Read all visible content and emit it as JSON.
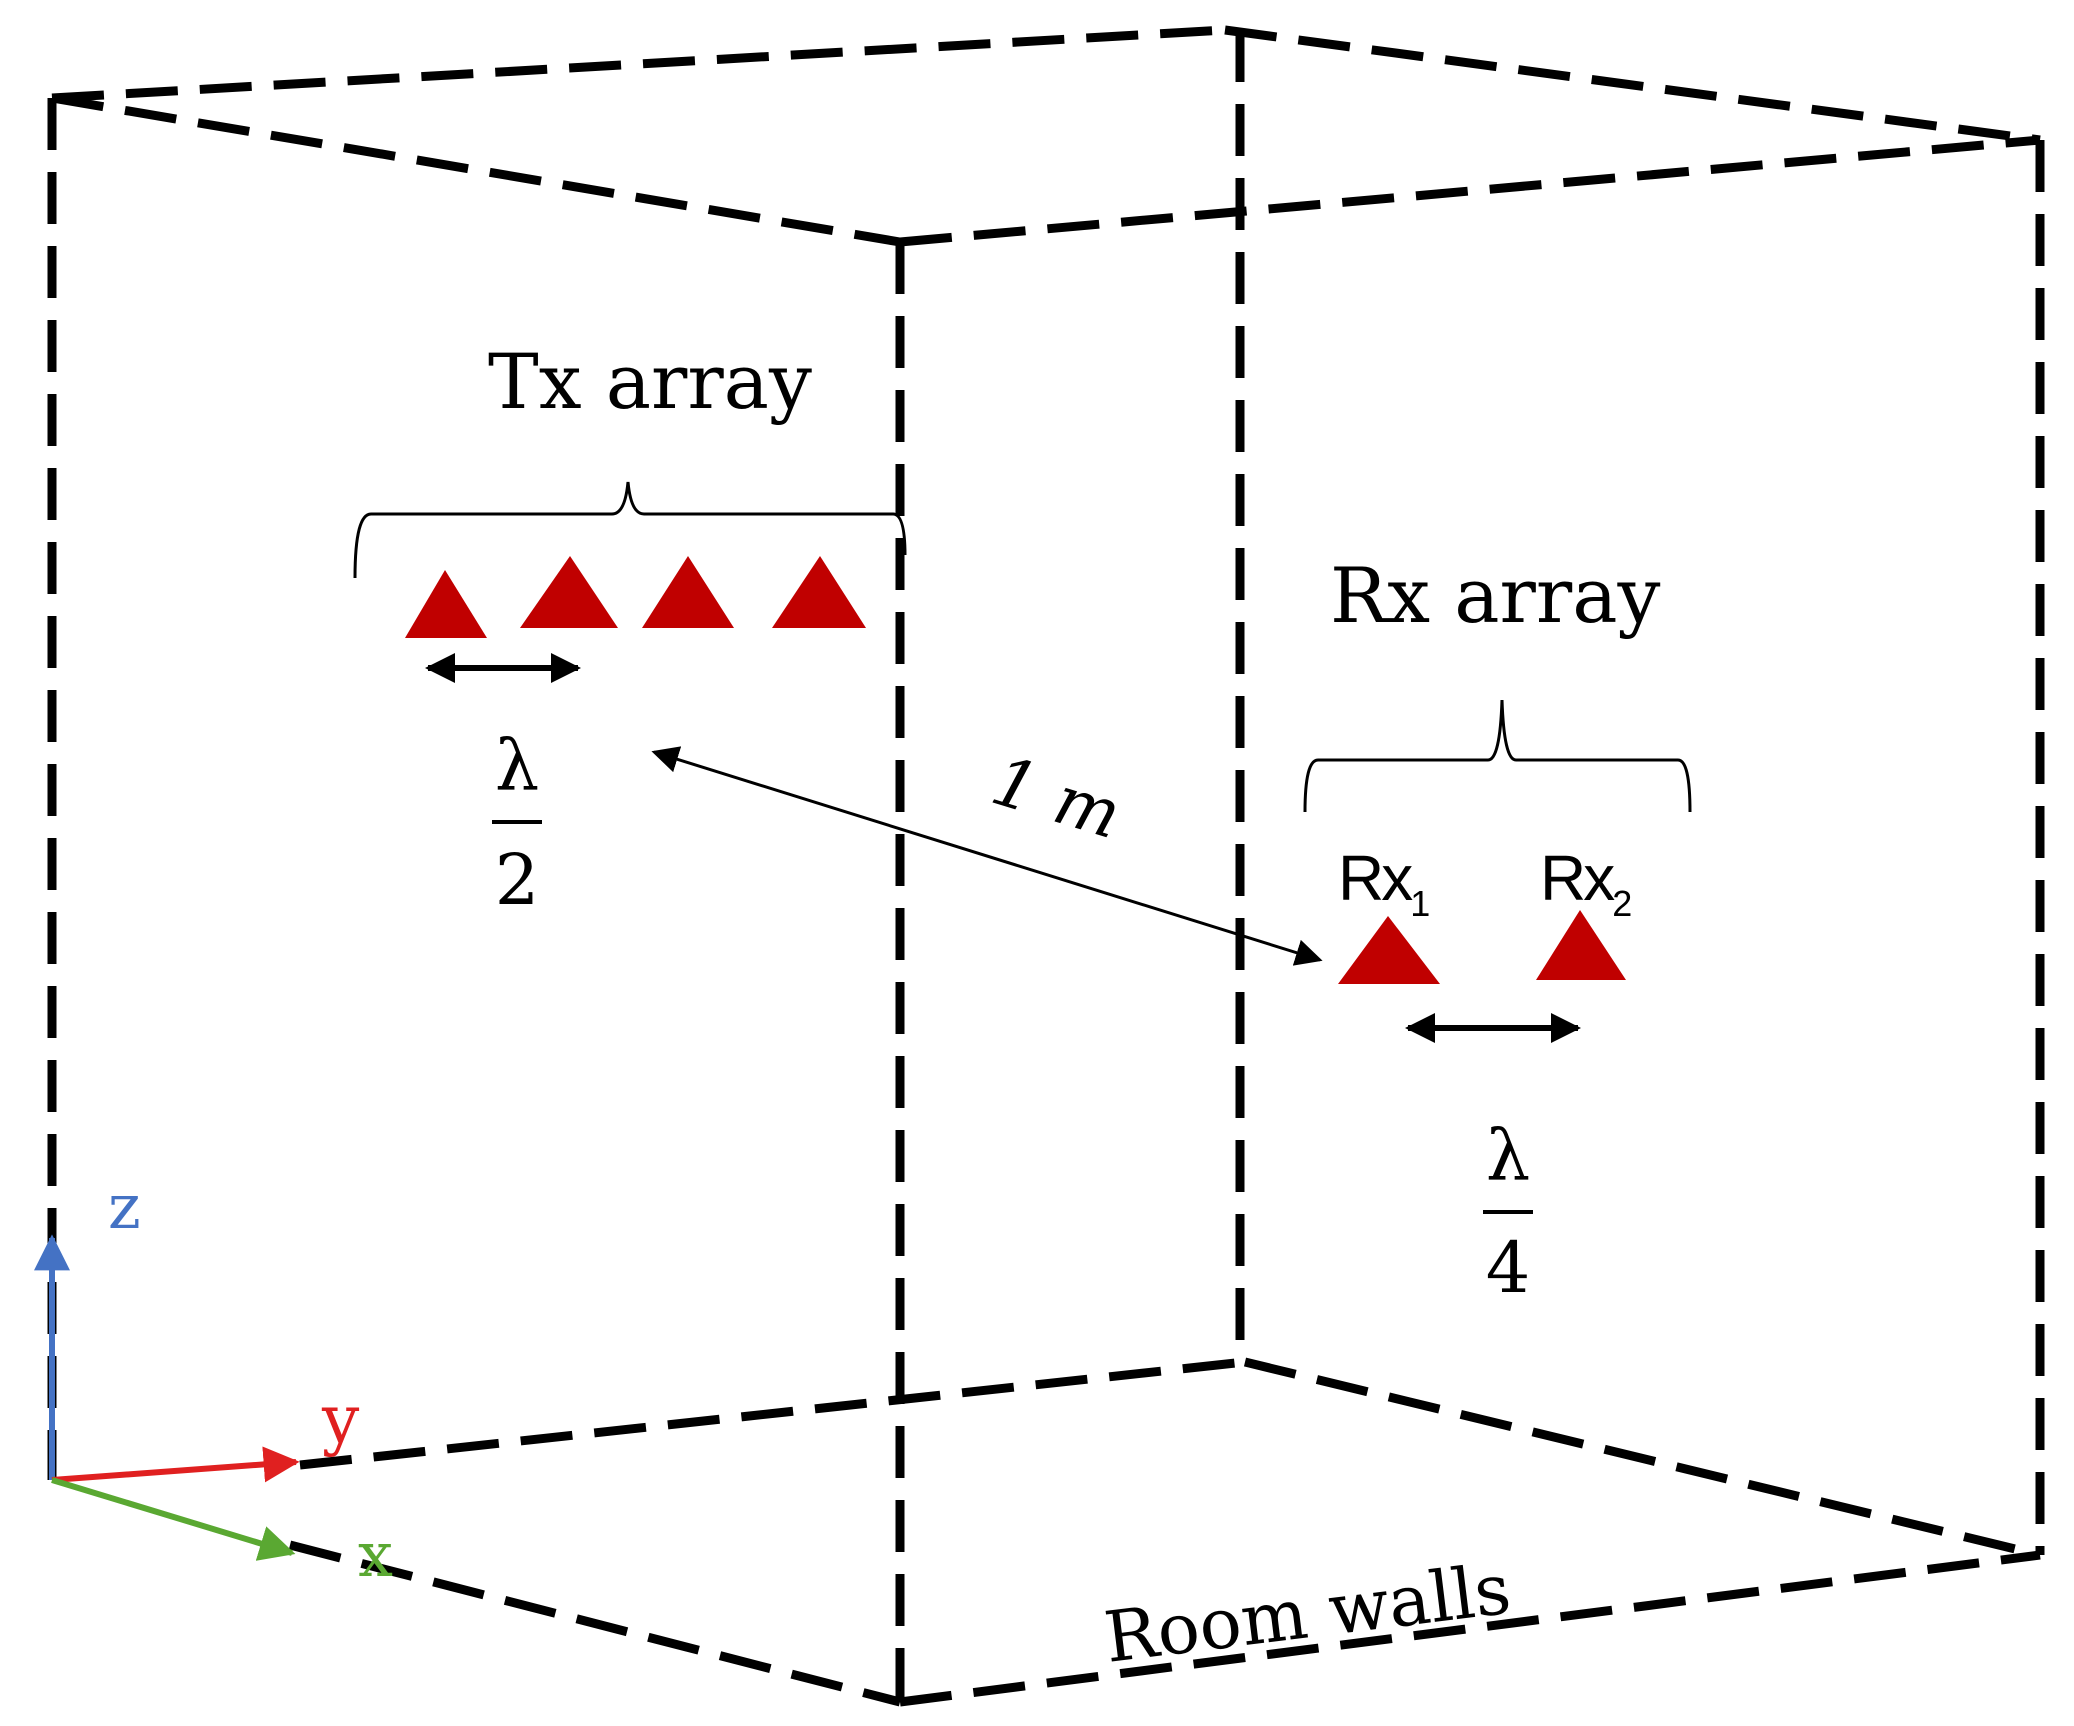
{
  "labels": {
    "tx_array": "Tx array",
    "rx_array": "Rx array",
    "rx1_base": "Rx",
    "rx1_sub": "1",
    "rx2_base": "Rx",
    "rx2_sub": "2",
    "tx_spacing_num": "λ",
    "tx_spacing_den": "2",
    "rx_spacing_num": "λ",
    "rx_spacing_den": "4",
    "distance": "1 m",
    "room_walls": "Room walls",
    "axis_x": "x",
    "axis_y": "y",
    "axis_z": "z"
  },
  "colors": {
    "antenna": "#c00000",
    "axis_x": "#5aa832",
    "axis_y": "#e02020",
    "axis_z": "#4472c4",
    "wall": "#000000"
  },
  "icons": {
    "antenna": "red-triangle",
    "arrows": "double-headed-arrow"
  }
}
